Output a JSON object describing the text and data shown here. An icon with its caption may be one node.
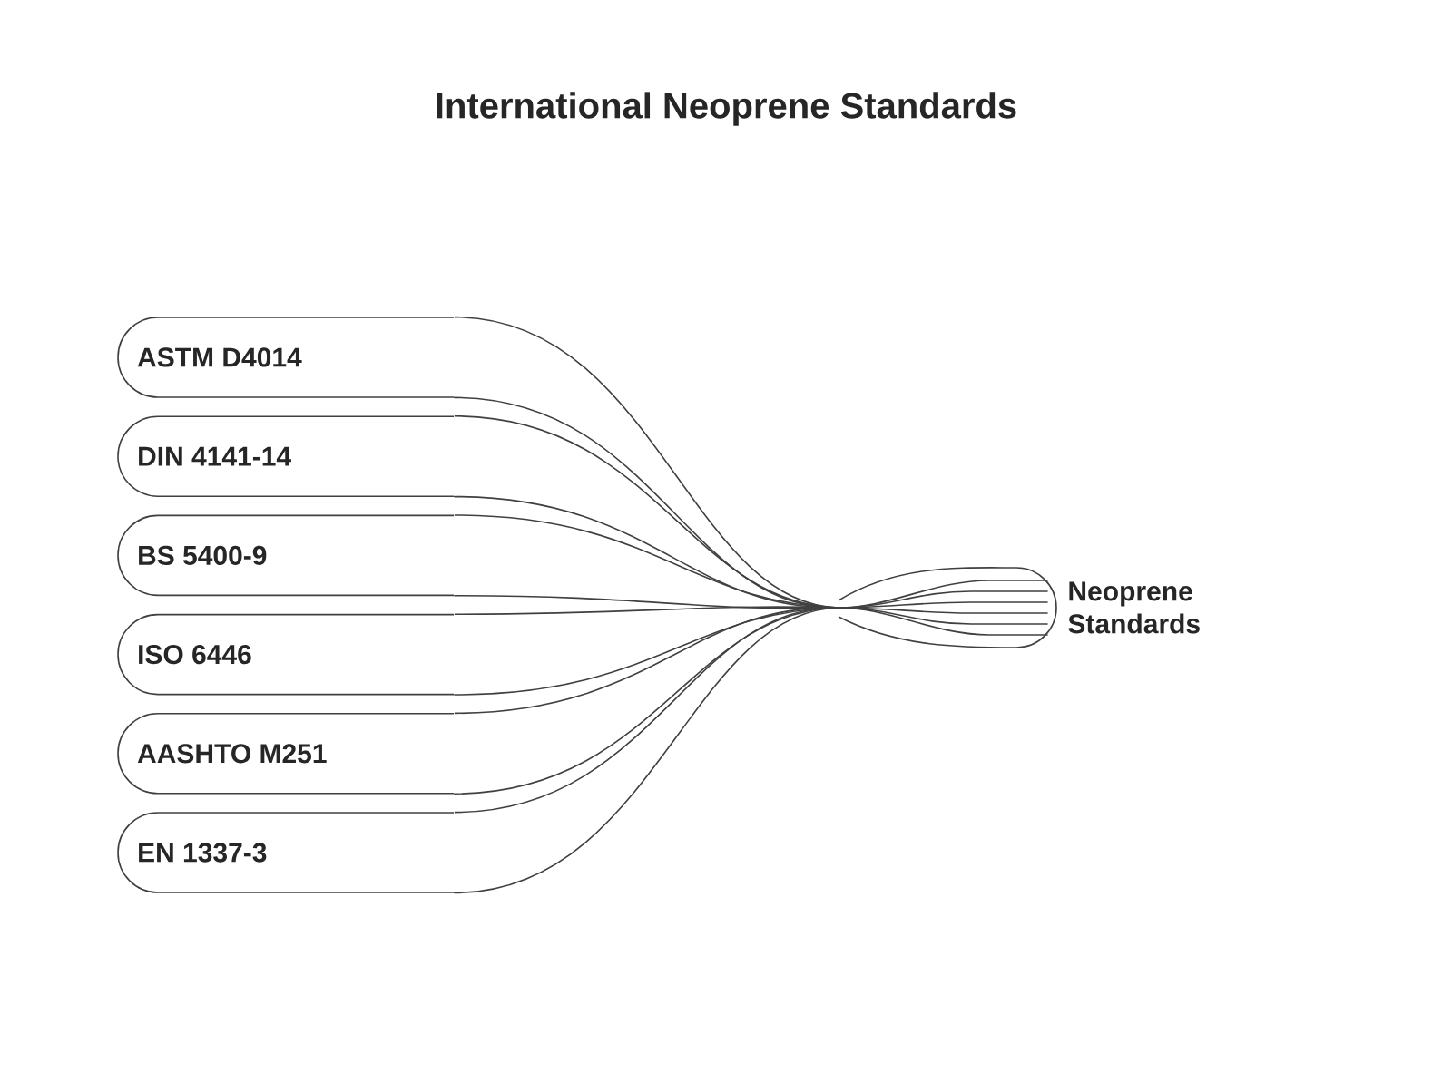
{
  "diagram": {
    "title": "International Neoprene Standards",
    "nodes": [
      {
        "text": [
          "ASTM D4014"
        ]
      },
      {
        "text": [
          "DIN 4141-14"
        ]
      },
      {
        "text": [
          "BS 5400-9"
        ]
      },
      {
        "text": [
          "ISO 6446"
        ]
      },
      {
        "text": [
          "AASHTO M251"
        ]
      },
      {
        "text": [
          "EN 1337-3"
        ]
      },
      {
        "text": [
          "Neoprene Standards"
        ]
      }
    ],
    "edges": [
      {
        "from": 0,
        "to": 6,
        "arrow": "none"
      },
      {
        "from": 1,
        "to": 6,
        "arrow": "none"
      },
      {
        "from": 2,
        "to": 6,
        "arrow": "none"
      },
      {
        "from": 3,
        "to": 6,
        "arrow": "none"
      },
      {
        "from": 4,
        "to": 6,
        "arrow": "none"
      },
      {
        "from": 5,
        "to": 6,
        "arrow": "none"
      }
    ]
  }
}
